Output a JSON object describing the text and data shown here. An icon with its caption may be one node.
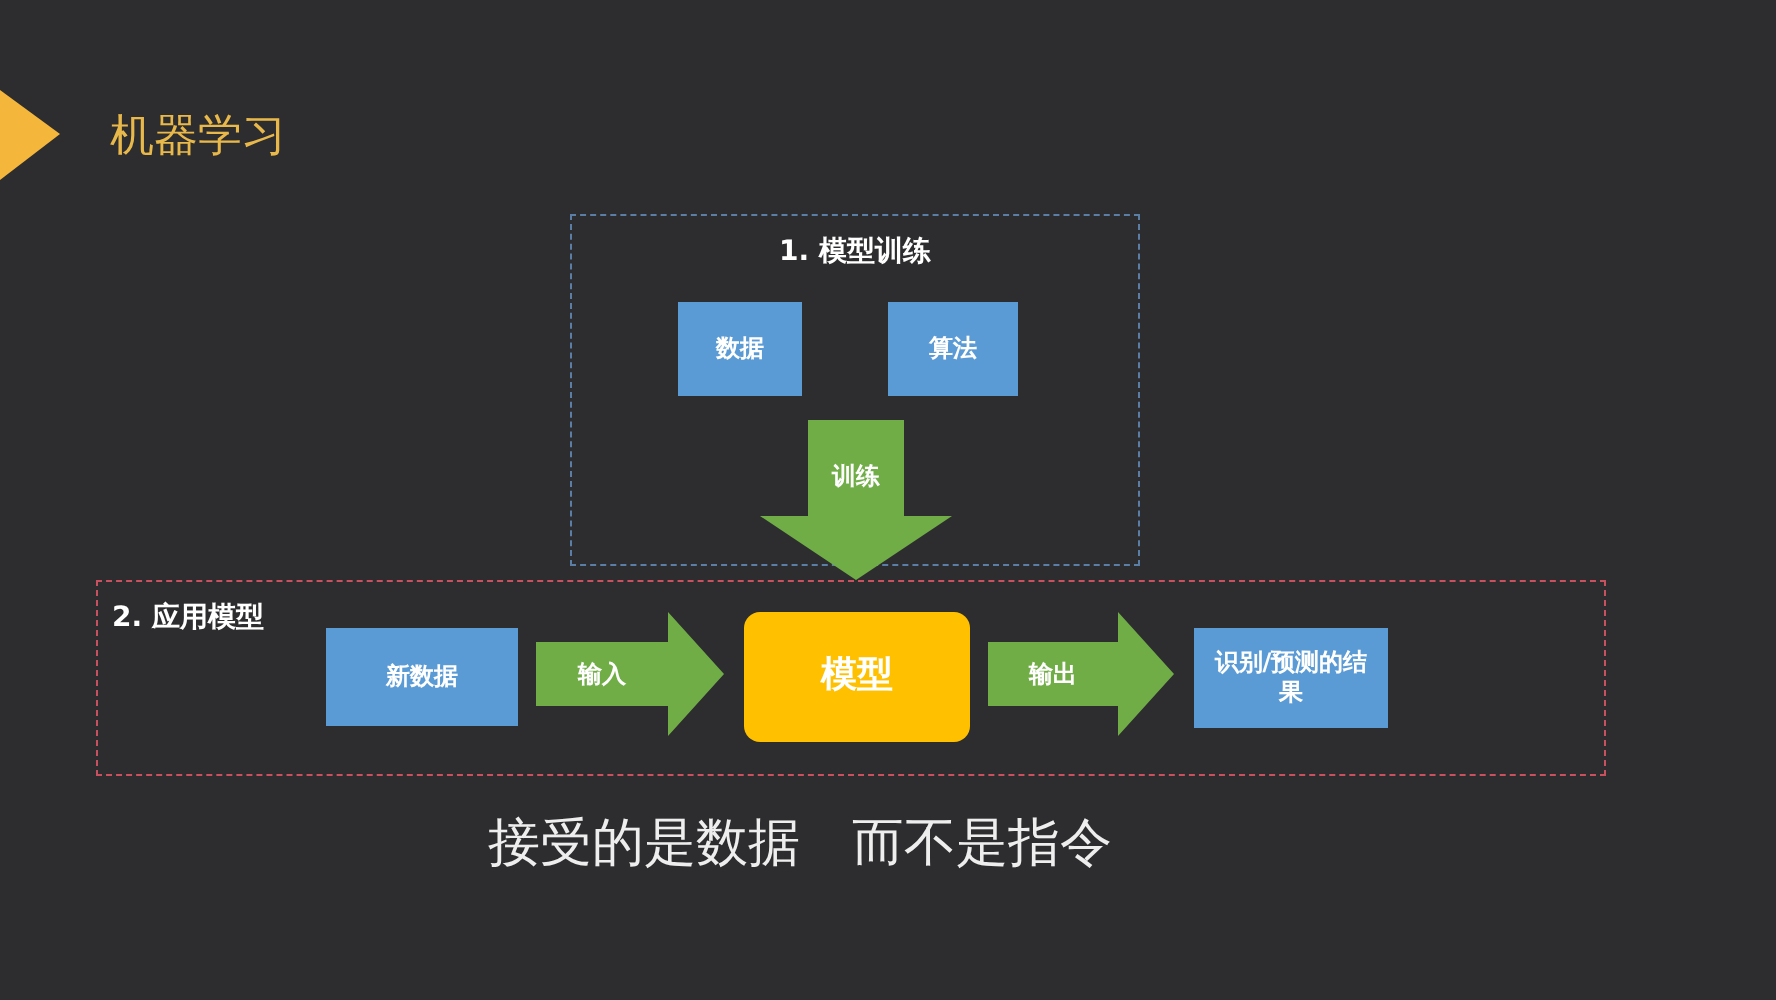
{
  "diagram": {
    "title": "机器学习",
    "nodes": [
      {
        "text": [
          "1. 模型训练"
        ]
      },
      {
        "text": [
          "数据"
        ],
        "in": 0
      },
      {
        "text": [
          "算法"
        ],
        "in": 0
      },
      {
        "text": [
          "2. 应用模型"
        ]
      },
      {
        "text": [
          "新数据"
        ],
        "in": 3
      },
      {
        "text": [
          "模型"
        ],
        "in": 3
      },
      {
        "text": [
          "识别/预测的结果"
        ],
        "in": 3
      }
    ],
    "edges": [
      {
        "from": null,
        "to": 3,
        "arrow": "to",
        "label": "训练"
      },
      {
        "from": 4,
        "to": 5,
        "arrow": "to",
        "label": "输入"
      },
      {
        "from": 5,
        "to": 6,
        "arrow": "to",
        "label": "输出"
      }
    ],
    "labels": [
      "接受的是数据",
      "而不是指令"
    ]
  }
}
